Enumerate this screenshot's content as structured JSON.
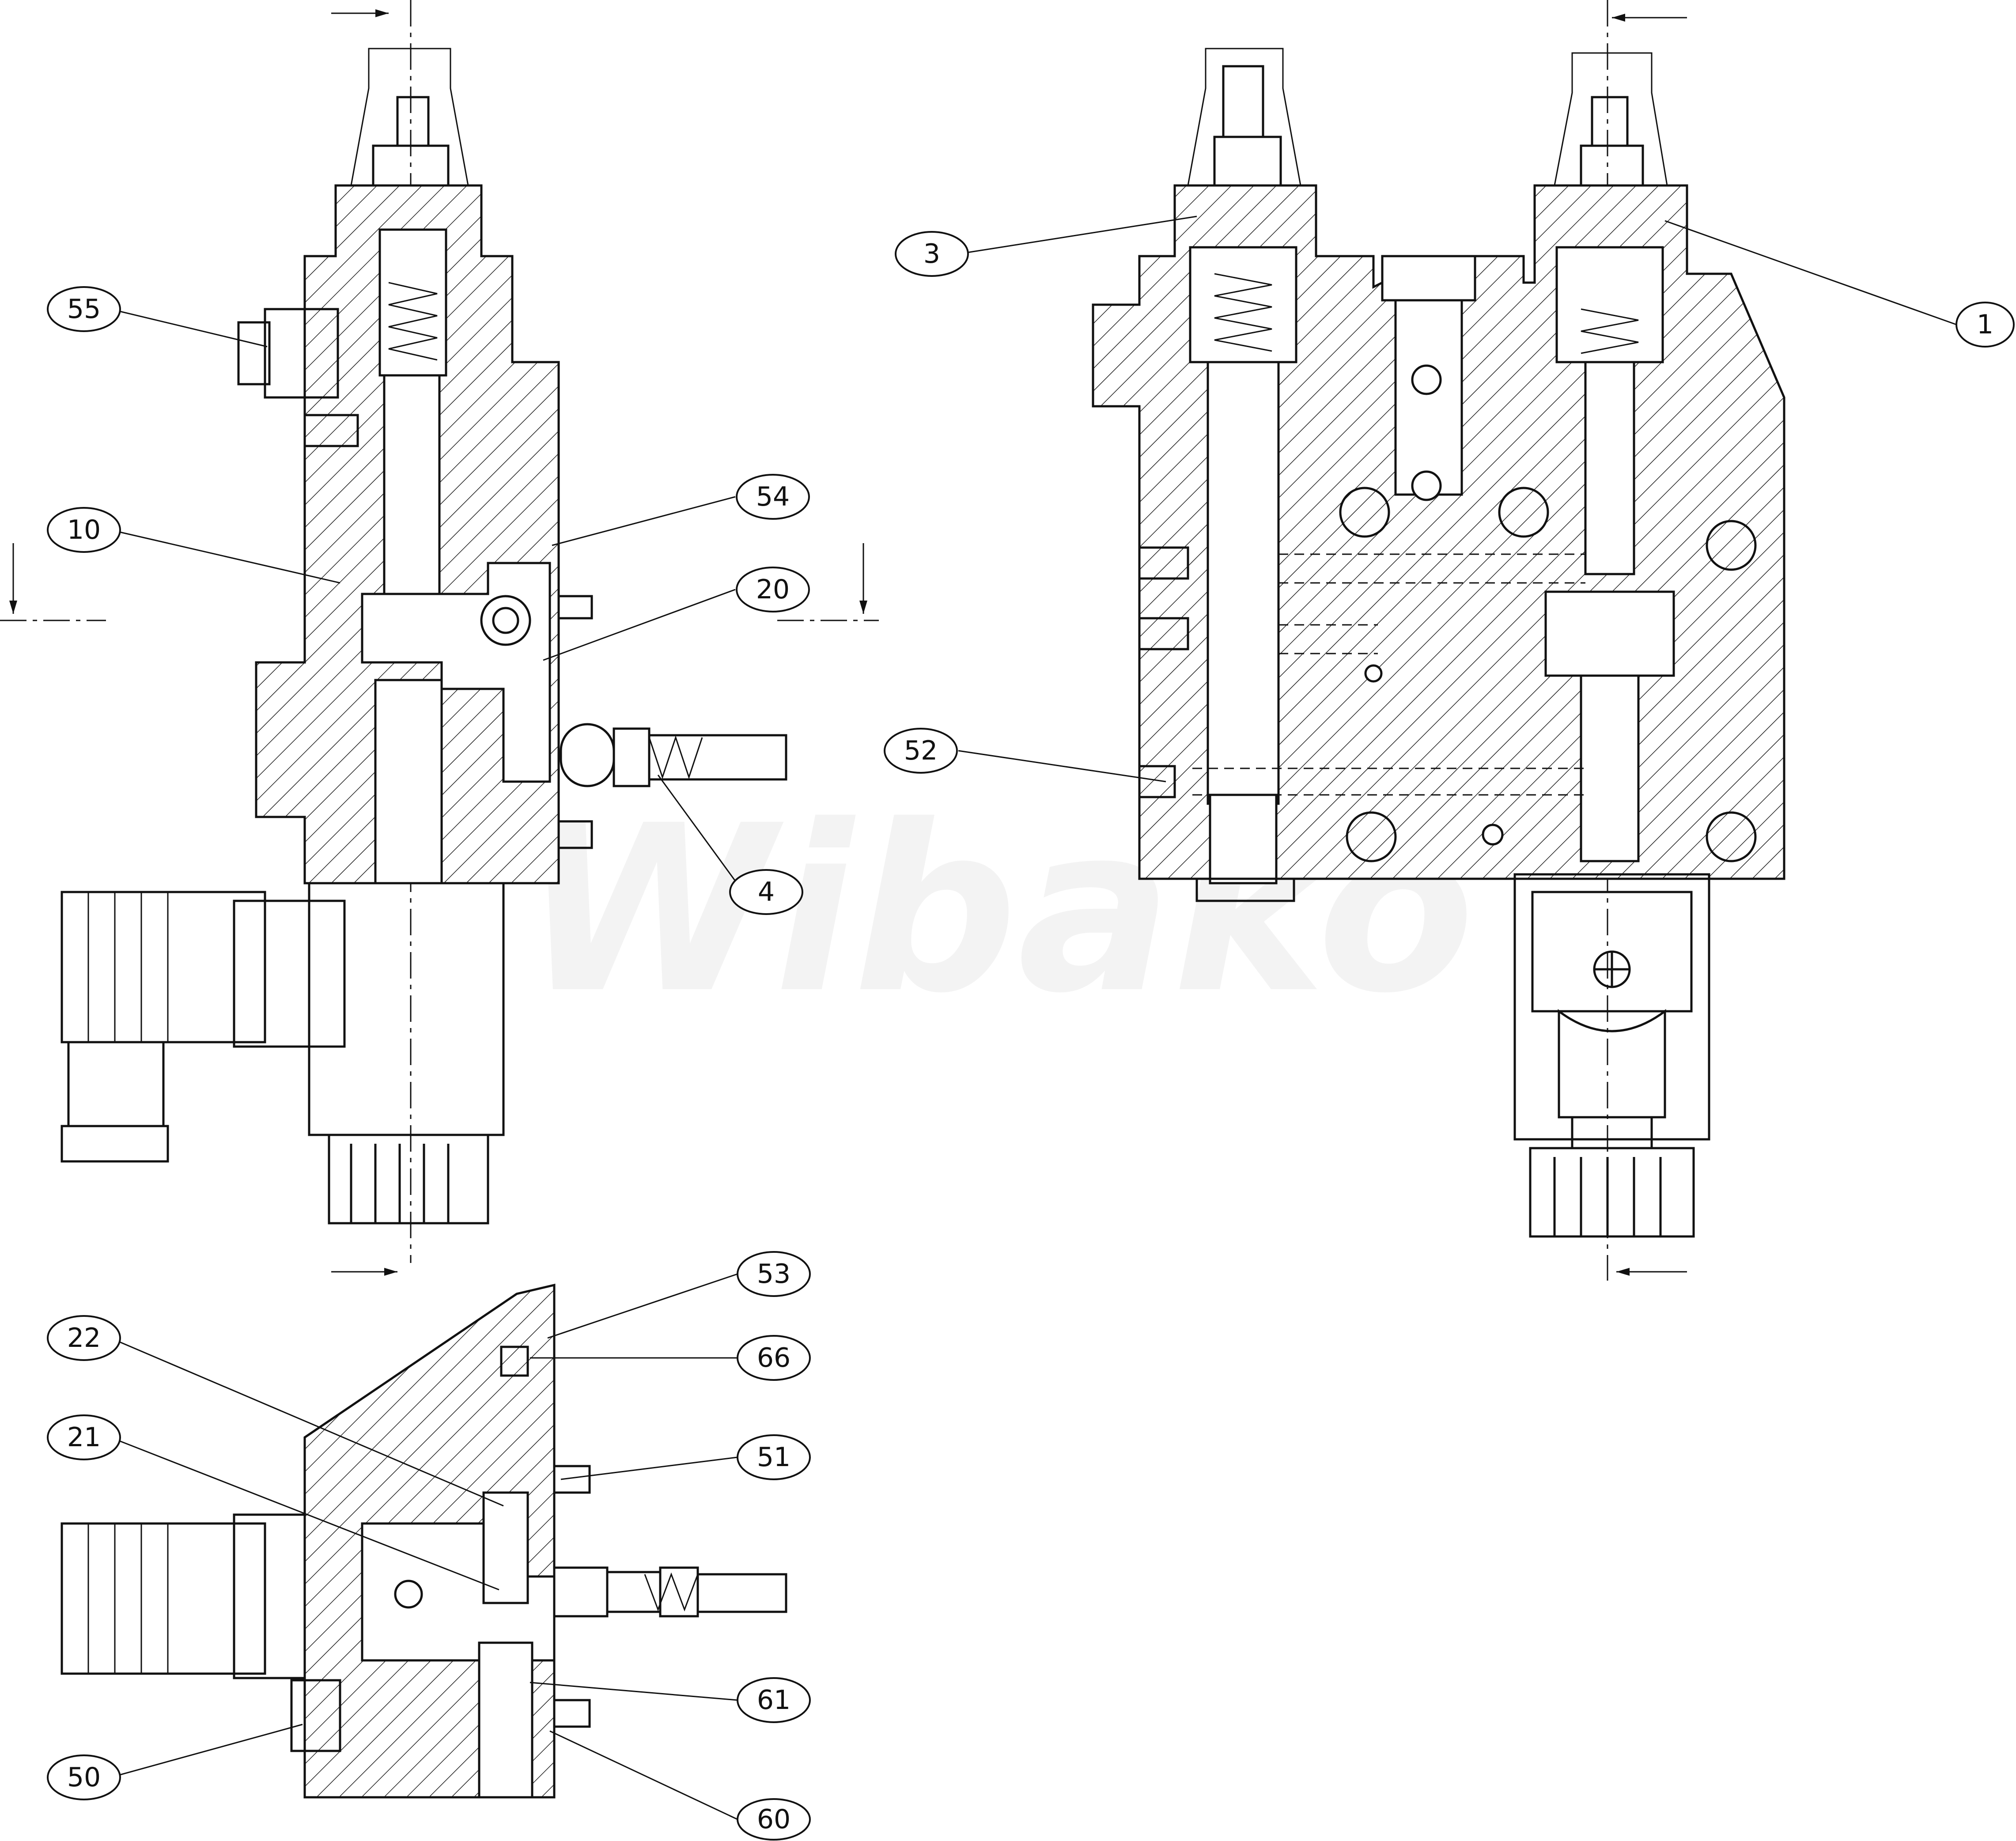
{
  "watermark": "Wibako",
  "callouts": [
    {
      "id": "c55",
      "label": "55"
    },
    {
      "id": "c10",
      "label": "10"
    },
    {
      "id": "c54",
      "label": "54"
    },
    {
      "id": "c20",
      "label": "20"
    },
    {
      "id": "c4",
      "label": "4"
    },
    {
      "id": "c3",
      "label": "3"
    },
    {
      "id": "c1",
      "label": "1"
    },
    {
      "id": "c52",
      "label": "52"
    },
    {
      "id": "c53",
      "label": "53"
    },
    {
      "id": "c66",
      "label": "66"
    },
    {
      "id": "c22",
      "label": "22"
    },
    {
      "id": "c51",
      "label": "51"
    },
    {
      "id": "c21",
      "label": "21"
    },
    {
      "id": "c61",
      "label": "61"
    },
    {
      "id": "c50",
      "label": "50"
    },
    {
      "id": "c60",
      "label": "60"
    }
  ],
  "colors": {
    "line": "#111111",
    "background": "#ffffff",
    "watermark": "#e6e6e6"
  }
}
